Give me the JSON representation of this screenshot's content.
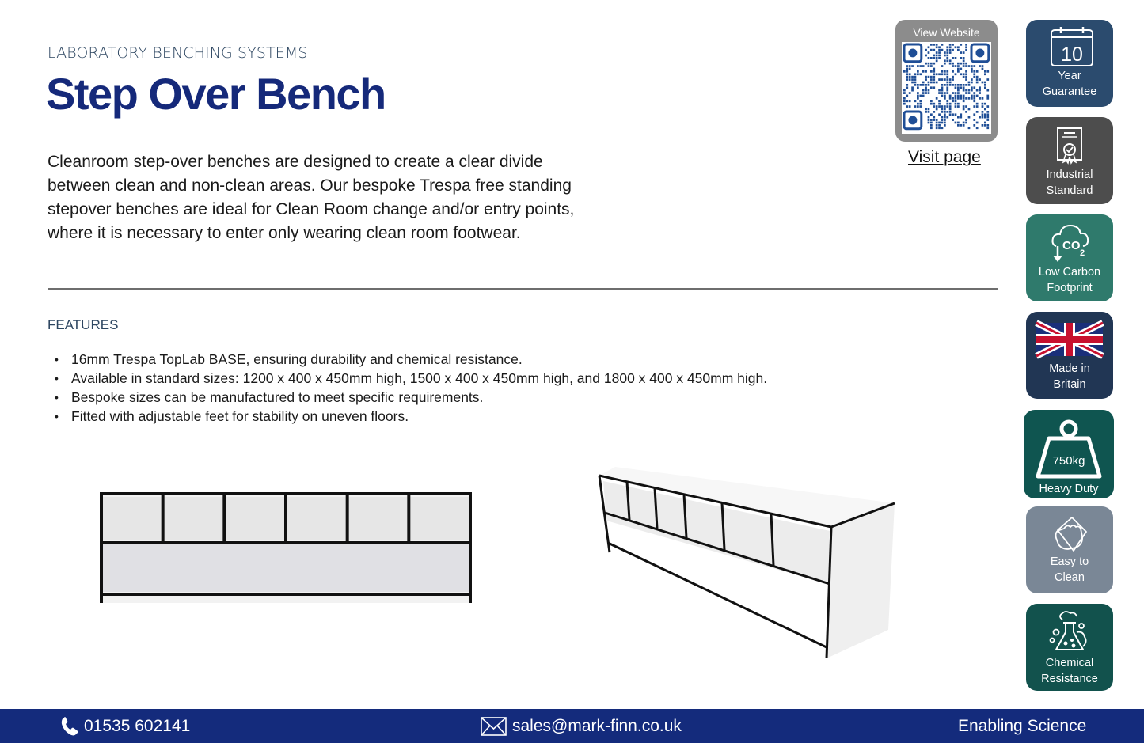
{
  "header": {
    "category": "LABORATORY BENCHING SYSTEMS",
    "title": "Step Over Bench"
  },
  "intro": "Cleanroom step-over benches are designed to create a clear divide between clean and non-clean areas. Our bespoke Trespa free standing stepover benches are ideal for Clean Room change and/or entry points, where it is necessary to enter only wearing clean room footwear.",
  "features": {
    "title": "FEATURES",
    "items": [
      "16mm Trespa TopLab BASE, ensuring durability and chemical resistance.",
      "Available in standard sizes: 1200 x 400 x 450mm high, 1500 x 400 x 450mm high, and 1800 x 400 x 450mm high.",
      "Bespoke sizes can be manufactured to meet specific requirements.",
      "Fitted with adjustable feet for stability on uneven floors."
    ]
  },
  "qr": {
    "label": "View Website",
    "link_text": "Visit page",
    "icon": "qr-code-icon"
  },
  "badges": [
    {
      "icon": "calendar-icon",
      "number": "10",
      "line1": "Year",
      "line2": "Guarantee",
      "color": "#2b4b6e"
    },
    {
      "icon": "certificate-icon",
      "line1": "Industrial",
      "line2": "Standard",
      "color": "#4d4d4d"
    },
    {
      "icon": "co2-cloud-icon",
      "icon_text": "CO",
      "icon_sub": "2",
      "line1": "Low Carbon",
      "line2": "Footprint",
      "color": "#2f7a6c"
    },
    {
      "icon": "union-jack-flag-icon",
      "line1": "Made in",
      "line2": "Britain",
      "color": "#213654"
    },
    {
      "icon": "weight-icon",
      "weight": "750kg",
      "line1": "Heavy Duty",
      "color": "#0f5550"
    },
    {
      "icon": "wiping-hand-icon",
      "line1": "Easy to",
      "line2": "Clean",
      "color": "#7a8796"
    },
    {
      "icon": "chemical-flask-icon",
      "line1": "Chemical",
      "line2": "Resistance",
      "color": "#12524d"
    }
  ],
  "images": [
    {
      "name": "bench-front-view",
      "cubbies": 6
    },
    {
      "name": "bench-perspective-view",
      "cubbies": 6
    }
  ],
  "footer": {
    "phone_icon": "phone-icon",
    "phone": "01535 602141",
    "email_icon": "envelope-icon",
    "email": "sales@mark-finn.co.uk",
    "tagline": "Enabling Science",
    "background": "#142b7c"
  }
}
